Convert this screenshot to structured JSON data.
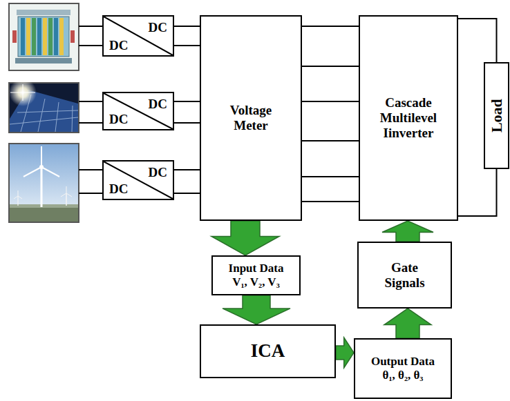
{
  "diagram": {
    "nodes": [
      {
        "text": [
          "DC",
          "DC"
        ]
      },
      {
        "text": [
          "DC",
          "DC"
        ]
      },
      {
        "text": [
          "DC",
          "DC"
        ]
      },
      {
        "text": [
          "Voltage Meter"
        ]
      },
      {
        "text": [
          "Cascade Multilevel Iinverter"
        ]
      },
      {
        "text": [
          "Load"
        ]
      },
      {
        "text": [
          "Input Data",
          "V₁, V₂, V₃"
        ]
      },
      {
        "text": [
          "ICA"
        ]
      },
      {
        "text": [
          "Output Data",
          "θ₁, θ₂, θ₃"
        ]
      },
      {
        "text": [
          "Gate Signals"
        ]
      }
    ],
    "edges": [
      {
        "from": 0,
        "to": 3,
        "arrow": "none"
      },
      {
        "from": 0,
        "to": 3,
        "arrow": "none"
      },
      {
        "from": 1,
        "to": 3,
        "arrow": "none"
      },
      {
        "from": 1,
        "to": 3,
        "arrow": "none"
      },
      {
        "from": 2,
        "to": 3,
        "arrow": "none"
      },
      {
        "from": 2,
        "to": 3,
        "arrow": "none"
      },
      {
        "from": 3,
        "to": 4,
        "arrow": "none"
      },
      {
        "from": 3,
        "to": 4,
        "arrow": "none"
      },
      {
        "from": 3,
        "to": 4,
        "arrow": "none"
      },
      {
        "from": 3,
        "to": 4,
        "arrow": "none"
      },
      {
        "from": 3,
        "to": 4,
        "arrow": "none"
      },
      {
        "from": 3,
        "to": 4,
        "arrow": "none"
      },
      {
        "from": 4,
        "to": 5,
        "arrow": "none"
      },
      {
        "from": 4,
        "to": 5,
        "arrow": "none"
      },
      {
        "from": 3,
        "to": 6,
        "arrow": "to"
      },
      {
        "from": 6,
        "to": 7,
        "arrow": "to"
      },
      {
        "from": 7,
        "to": 8,
        "arrow": "to"
      },
      {
        "from": 8,
        "to": 9,
        "arrow": "to"
      },
      {
        "from": 9,
        "to": 4,
        "arrow": "to"
      }
    ]
  }
}
